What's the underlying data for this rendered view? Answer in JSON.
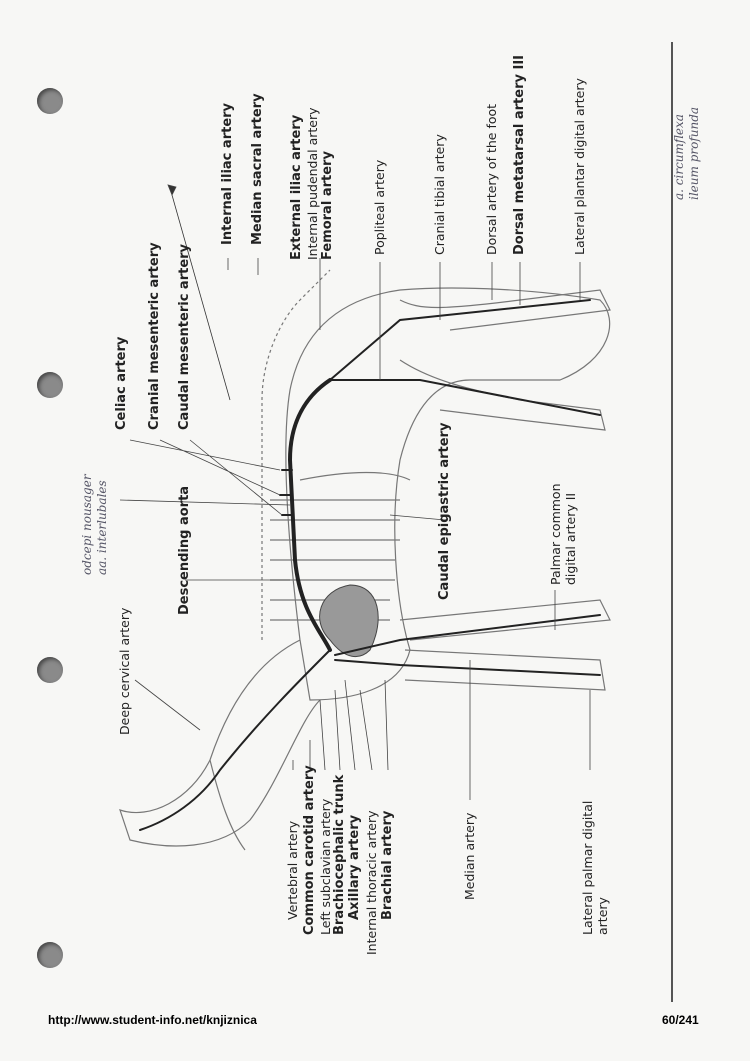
{
  "labels": {
    "internal_iliac": "Internal iliac artery",
    "median_sacral": "Median sacral artery",
    "external_iliac": "External iliac artery",
    "internal_pudendal": "Internal pudendal artery",
    "femoral": "Femoral artery",
    "popliteal": "Popliteal artery",
    "cranial_tibial": "Cranial tibial artery",
    "dorsal_foot": "Dorsal artery of the foot",
    "dorsal_metatarsal": "Dorsal metatarsal artery III",
    "lateral_plantar": "Lateral plantar digital artery",
    "celiac": "Celiac artery",
    "cranial_mesenteric": "Cranial mesenteric artery",
    "caudal_mesenteric": "Caudal mesenteric artery",
    "caudal_epigastric": "Caudal epigastric artery",
    "palmar_common_1": "Palmar common",
    "palmar_common_2": "digital artery II",
    "descending_aorta": "Descending aorta",
    "deep_cervical": "Deep cervical artery",
    "vertebral": "Vertebral artery",
    "common_carotid": "Common carotid artery",
    "left_subclavian": "Left subclavian artery",
    "brachiocephalic": "Brachiocephalic trunk",
    "axillary": "Axillary artery",
    "internal_thoracic": "Internal thoracic artery",
    "brachial": "Brachial artery",
    "median": "Median artery",
    "lateral_palmar_1": "Lateral palmar digital",
    "lateral_palmar_2": "artery"
  },
  "handwritten": {
    "top_1": "a. circumflexa",
    "top_2": "ileum profunda",
    "mid_1": "odcepi nousager",
    "mid_2": "aa. interlubales"
  },
  "footer": {
    "url": "http://www.student-info.net/knjiznica",
    "page": "60/241"
  }
}
